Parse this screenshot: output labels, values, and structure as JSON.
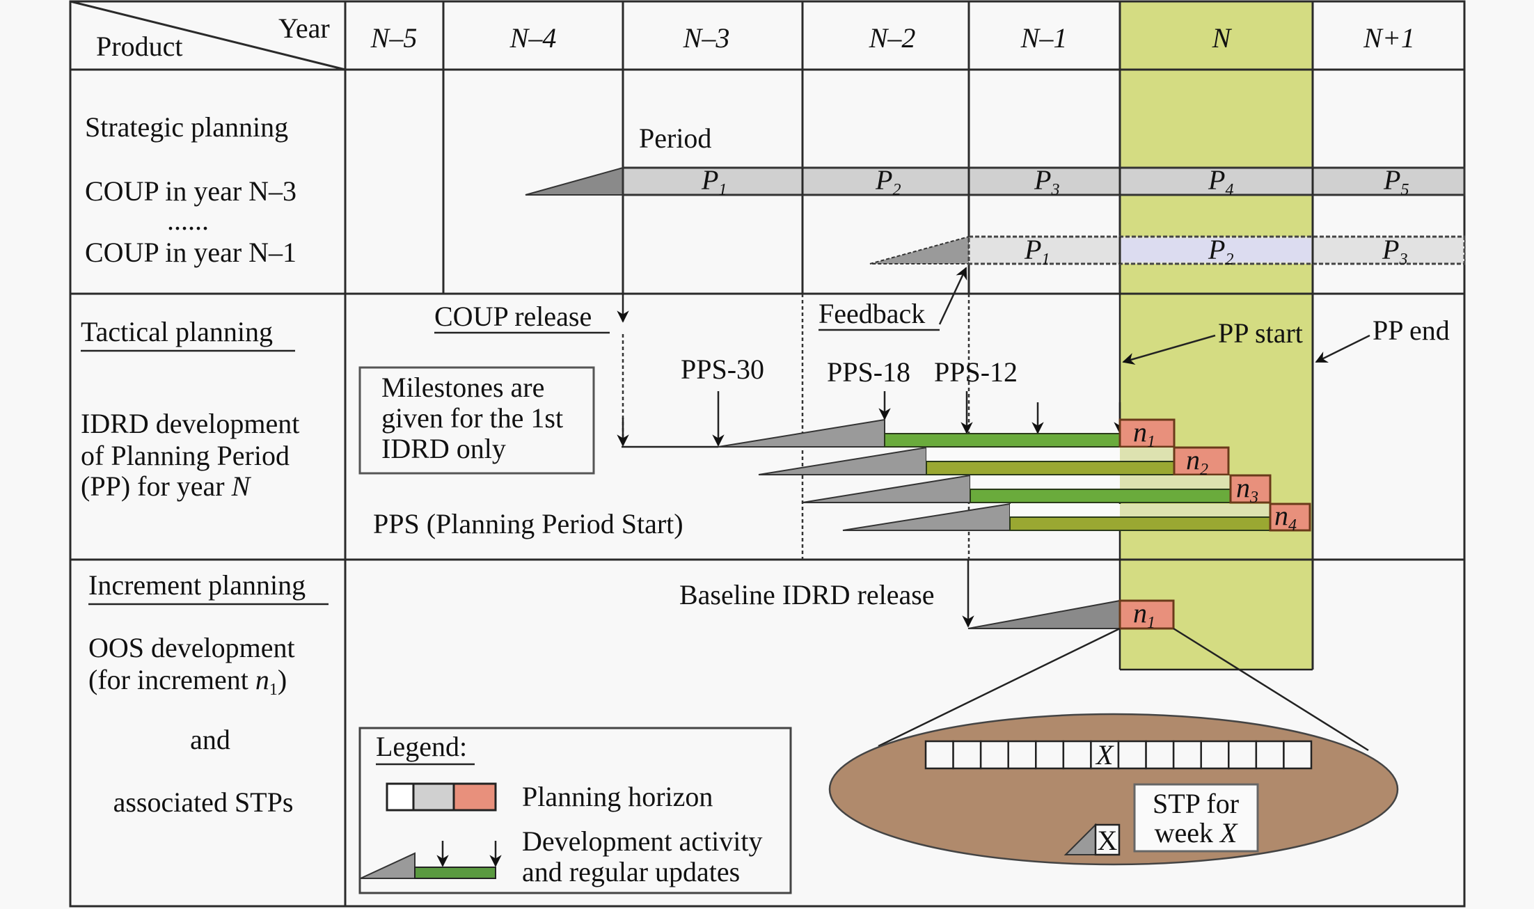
{
  "header": {
    "corner_top": "Year",
    "corner_bottom": "Product",
    "years": [
      "N–5",
      "N–4",
      "N–3",
      "N–2",
      "N–1",
      "N",
      "N+1"
    ],
    "highlight_year": "N",
    "highlight_color": "#d4dc82"
  },
  "strategic": {
    "title": "Strategic planning",
    "coup_a": "COUP in year N–3",
    "ellipsis": "......",
    "coup_b": "COUP in year N–1",
    "period_label": "Period",
    "row_a_periods": [
      {
        "p": "P",
        "sub": "1"
      },
      {
        "p": "P",
        "sub": "2"
      },
      {
        "p": "P",
        "sub": "3"
      },
      {
        "p": "P",
        "sub": "4"
      },
      {
        "p": "P",
        "sub": "5"
      }
    ],
    "row_b_periods": [
      {
        "p": "P",
        "sub": "1"
      },
      {
        "p": "P",
        "sub": "2"
      },
      {
        "p": "P",
        "sub": "3"
      }
    ]
  },
  "tactical": {
    "title": "Tactical planning",
    "desc_line1": "IDRD development",
    "desc_line2": "of Planning Period",
    "desc_line3_pre": "(PP) for year ",
    "desc_line3_it": "N",
    "coup_release": "COUP release",
    "feedback": "Feedback",
    "milestones_line1": "Milestones are",
    "milestones_line2": "given for the 1st",
    "milestones_line3": "IDRD only",
    "pps30": "PPS-30",
    "pps18": "PPS-18",
    "pps12": "PPS-12",
    "pp_start": "PP start",
    "pp_end": "PP end",
    "pps_def": "PPS (Planning Period Start)",
    "increments": [
      {
        "n": "n",
        "sub": "1"
      },
      {
        "n": "n",
        "sub": "2"
      },
      {
        "n": "n",
        "sub": "3"
      },
      {
        "n": "n",
        "sub": "4"
      }
    ]
  },
  "increment": {
    "title": "Increment planning",
    "desc_line1": "OOS development",
    "desc_line2_pre": "(for increment ",
    "desc_line2_n": "n",
    "desc_line2_sub": "1",
    "desc_line2_post": ")",
    "and": "and",
    "assoc": "associated STPs",
    "baseline_release": "Baseline IDRD release",
    "inc_box": {
      "n": "n",
      "sub": "1"
    },
    "week_cells": 14,
    "selected_week_index": 7,
    "week_marker": "X",
    "stp_line1": "STP for",
    "stp_line2_pre": "week ",
    "stp_line2_it": "X",
    "stp_mini_marker": "X"
  },
  "legend": {
    "title": "Legend:",
    "item1": "Planning horizon",
    "item2_line1": "Development activity",
    "item2_line2": "and regular updates",
    "colors": {
      "white": "#ffffff",
      "gray": "#d0d0d0",
      "pink": "#e8907c",
      "green": "#5a9a40"
    }
  }
}
